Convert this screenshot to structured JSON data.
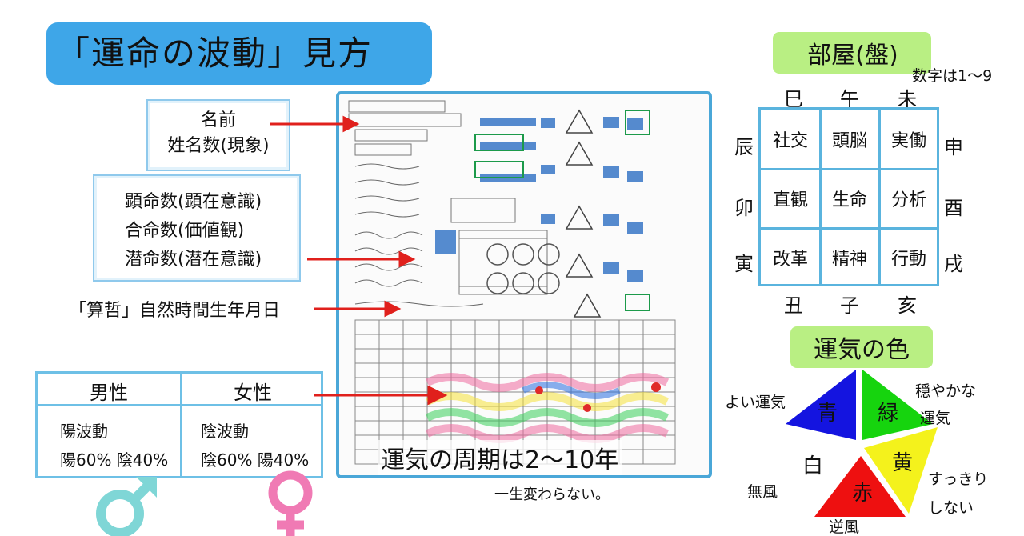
{
  "title": "「運命の波動」見方",
  "name_box": {
    "line1": "名前",
    "line2": "姓名数(現象)"
  },
  "numbers_box": {
    "line1": "顕命数(顕在意識)",
    "line2": "合命数(価値観)",
    "line3": "潜命数(潜在意識)"
  },
  "sanko": "「算哲」自然時間生年月日",
  "gender": {
    "male": {
      "header": "男性",
      "line1": "陽波動",
      "line2": "陽60% 陰40%"
    },
    "female": {
      "header": "女性",
      "line1": "陰波動",
      "line2": "陰60% 陽40%"
    }
  },
  "chart_caption": "運気の周期は2〜10年",
  "lifelong": "一生変わらない。",
  "room": {
    "title": "部屋(盤)",
    "note": "数字は1〜9",
    "top": [
      "巳",
      "午",
      "未"
    ],
    "bottom": [
      "丑",
      "子",
      "亥"
    ],
    "left": [
      "辰",
      "卯",
      "寅"
    ],
    "right": [
      "申",
      "酉",
      "戌"
    ],
    "cells": [
      "社交",
      "頭脳",
      "実働",
      "直観",
      "生命",
      "分析",
      "改革",
      "精神",
      "行動"
    ]
  },
  "luck": {
    "title": "運気の色",
    "blue": "青",
    "green": "緑",
    "yellow": "黄",
    "red": "赤",
    "white": "白",
    "blue_note": "よい運気",
    "green_note1": "穏やかな",
    "green_note2": "運気",
    "yellow_note1": "すっきり",
    "yellow_note2": "しない",
    "white_note": "無風",
    "red_note": "逆風"
  },
  "colors": {
    "title_bg": "#3ea6e8",
    "frame": "#4aa7d8",
    "green_label": "#b9ef83",
    "arrow": "#e0201c",
    "blue": "#1414e0",
    "green": "#16d40e",
    "yellow": "#f4f21c",
    "red": "#ee1010",
    "male_symbol": "#7fd6d6",
    "female_symbol": "#f07ab4"
  },
  "icons": [
    "male-symbol-icon",
    "female-symbol-icon"
  ]
}
